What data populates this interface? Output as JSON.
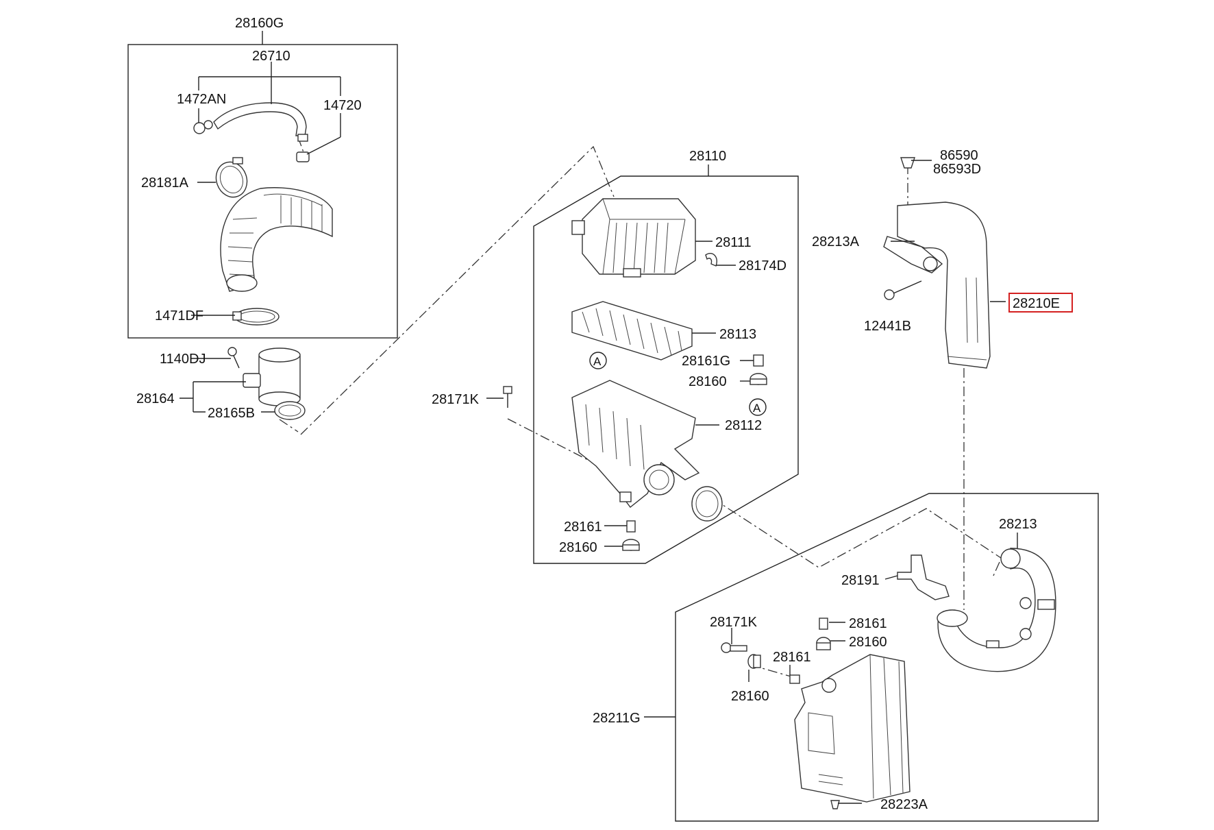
{
  "labels": {
    "l28160G": "28160G",
    "l26710": "26710",
    "l1472AN": "1472AN",
    "l14720": "14720",
    "l28181A": "28181A",
    "l1471DF": "1471DF",
    "l1140DJ": "1140DJ",
    "l28164": "28164",
    "l28165B": "28165B",
    "l28110": "28110",
    "l28111": "28111",
    "l28174D": "28174D",
    "l28113": "28113",
    "l28161G": "28161G",
    "l28160a": "28160",
    "lA1": "A",
    "lA2": "A",
    "l28171Ka": "28171K",
    "l28112": "28112",
    "l28161a": "28161",
    "l28160b": "28160",
    "l86590": "86590",
    "l86593D": "86593D",
    "l28213A": "28213A",
    "l28210E": "28210E",
    "l12441B": "12441B",
    "l28213": "28213",
    "l28191": "28191",
    "l28171Kb": "28171K",
    "l28161b": "28161",
    "l28160c": "28160",
    "l28161c": "28161",
    "l28160d": "28160",
    "l28211G": "28211G",
    "l28223A": "28223A"
  },
  "highlight": {
    "part": "28210E",
    "color": "#d42020"
  }
}
